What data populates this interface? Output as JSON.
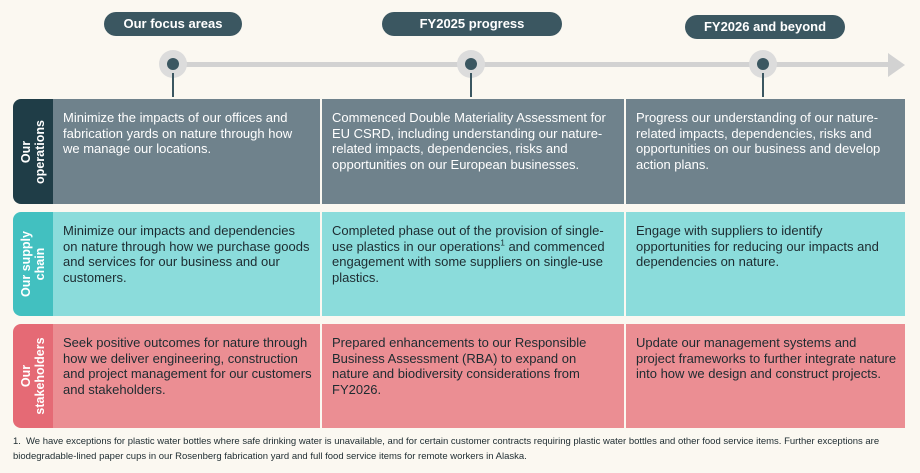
{
  "timeline": {
    "col1": "Our focus areas",
    "col2": "FY2025 progress",
    "col3": "FY2026 and beyond"
  },
  "rows": {
    "operations": {
      "label_line1": "Our",
      "label_line2": "operations",
      "c1": "Minimize the impacts of our offices and fabrication yards on nature through how we manage our locations.",
      "c2": "Commenced Double Materiality Assessment for EU CSRD, including understanding our nature-related impacts, dependencies, risks and opportunities on our European businesses.",
      "c3": "Progress our understanding of our nature-related impacts, dependencies, risks and opportunities on our business and develop action plans."
    },
    "supply": {
      "label_line1": "Our supply",
      "label_line2": "chain",
      "c1": "Minimize our impacts and dependencies on nature through how we purchase goods and services for our business and our customers.",
      "c2_before": "Completed phase out of the provision of single-use plastics in our operations",
      "c2_ref": "1",
      "c2_after": " and commenced engagement with some suppliers on single-use plastics.",
      "c3": "Engage with suppliers to identify opportunities for reducing our impacts and dependencies on nature."
    },
    "stakeholders": {
      "label_line1": "Our",
      "label_line2": "stakeholders",
      "c1": "Seek positive outcomes for nature through how we deliver engineering, construction and project management for our customers and stakeholders.",
      "c2": "Prepared enhancements to our Responsible Business Assessment (RBA) to expand on nature and biodiversity considerations from FY2026.",
      "c3": "Update our management systems and project frameworks to further integrate nature into how we design and construct projects."
    }
  },
  "footnote": {
    "number": "1.",
    "text": "We have exceptions for plastic water bottles where safe drinking water is unavailable, and for certain customer contracts requiring plastic water bottles and other food service items. Further exceptions are biodegradable-lined paper cups in our Rosenberg fabrication yard and full food service items for remote workers in Alaska."
  },
  "colors": {
    "navy": "#3b5761",
    "operations": "#6f828c",
    "supply_chain": "#8bdcdb",
    "stakeholders": "#eb8e93"
  }
}
